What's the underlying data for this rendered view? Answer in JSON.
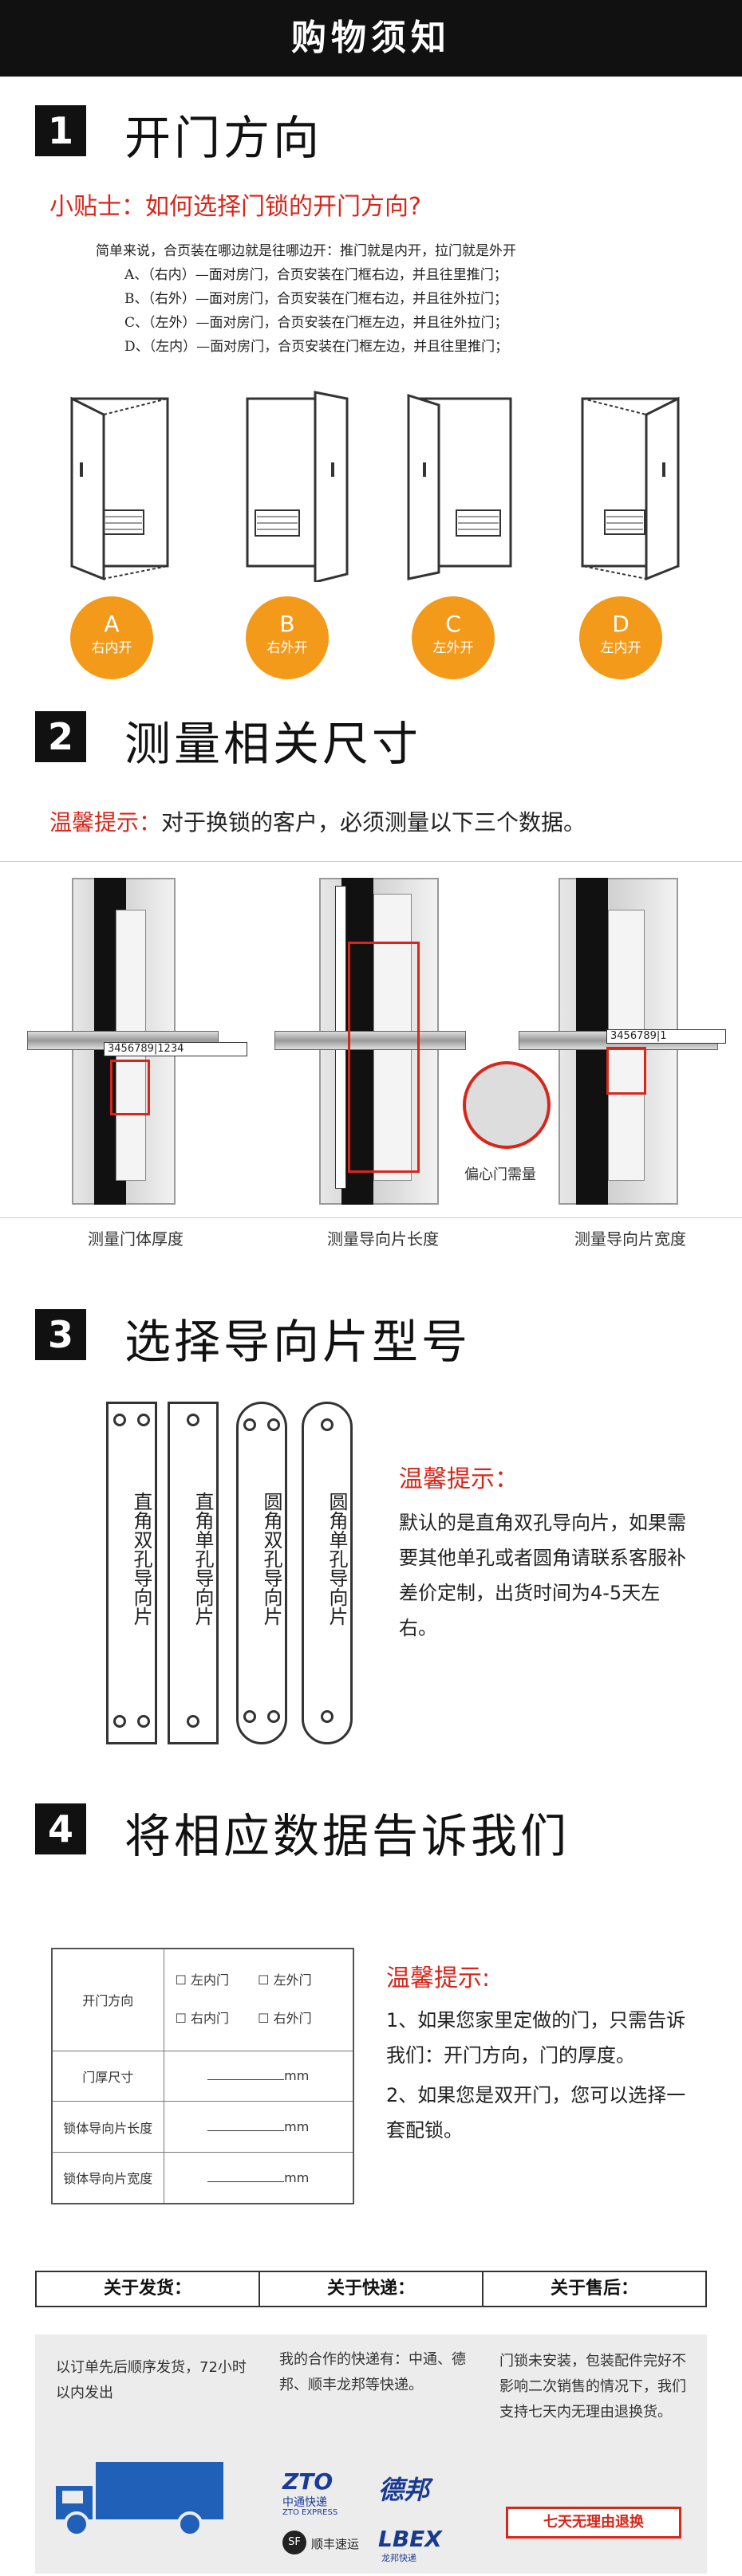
{
  "header": {
    "title": "购物须知"
  },
  "section1": {
    "num": "1",
    "title": "开门方向",
    "tip": "小贴士：如何选择门锁的开门方向?",
    "lines": [
      "简单来说，合页装在哪边就是往哪边开：推门就是内开，拉门就是外开",
      "A、（右内）—面对房门，合页安装在门框右边，并且往里推门；",
      "B、（右外）—面对房门，合页安装在门框右边，并且往外拉门；",
      "C、（左外）—面对房门，合页安装在门框左边，并且往外拉门；",
      "D、（左内）—面对房门，合页安装在门框左边，并且往里推门；"
    ],
    "doors": [
      {
        "letter": "A",
        "name": "右内开"
      },
      {
        "letter": "B",
        "name": "右外开"
      },
      {
        "letter": "C",
        "name": "左外开"
      },
      {
        "letter": "D",
        "name": "左内开"
      }
    ]
  },
  "section2": {
    "num": "2",
    "title": "测量相关尺寸",
    "tip_label": "温馨提示：",
    "tip_text": "对于换锁的客户，必须测量以下三个数据。",
    "captions": [
      "测量门体厚度",
      "测量导向片长度",
      "测量导向片宽度"
    ],
    "eccentric": "偏心门需量",
    "ruler1": "3456789|1234",
    "ruler3": "3456789|1"
  },
  "section3": {
    "num": "3",
    "title": "选择导向片型号",
    "plates": [
      "直角双孔导向片",
      "直角单孔导向片",
      "圆角双孔导向片",
      "圆角单孔导向片"
    ],
    "tip_label": "温馨提示：",
    "tip_text": "默认的是直角双孔导向片，如果需要其他单孔或者圆角请联系客服补差价定制，出货时间为4-5天左右。"
  },
  "section4": {
    "num": "4",
    "title": "将相应数据告诉我们",
    "form": {
      "row1_label": "开门方向",
      "options": [
        "左内门",
        "左外门",
        "右内门",
        "右外门"
      ],
      "rows": [
        {
          "label": "门厚尺寸",
          "unit": "mm"
        },
        {
          "label": "锁体导向片长度",
          "unit": "mm"
        },
        {
          "label": "锁体导向片宽度",
          "unit": "mm"
        }
      ]
    },
    "tip_label": "温馨提示:",
    "tips": [
      "1、如果您家里定做的门，只需告诉我们：开门方向，门的厚度。",
      "2、如果您是双开门，您可以选择一套配锁。"
    ]
  },
  "footer": {
    "shipping": {
      "title": "关于发货：",
      "text": "以订单先后顺序发货，72小时以内发出"
    },
    "express": {
      "title": "关于快递：",
      "text": "我的合作的快递有：中通、德邦、顺丰龙邦等快递。",
      "logos": [
        "ZTO",
        "中通快递",
        "ZTO EXPRESS",
        "德邦",
        "SF",
        "顺丰速运",
        "LBEX",
        "龙邦快递"
      ]
    },
    "aftersale": {
      "title": "关于售后：",
      "text": "门锁未安装，包装配件完好不影响二次销售的情况下，我们支持七天内无理由退换货。",
      "button": "七天无理由退换"
    }
  },
  "colors": {
    "accent": "#d7261a",
    "orange": "#f39a1a",
    "dark": "#111111"
  }
}
